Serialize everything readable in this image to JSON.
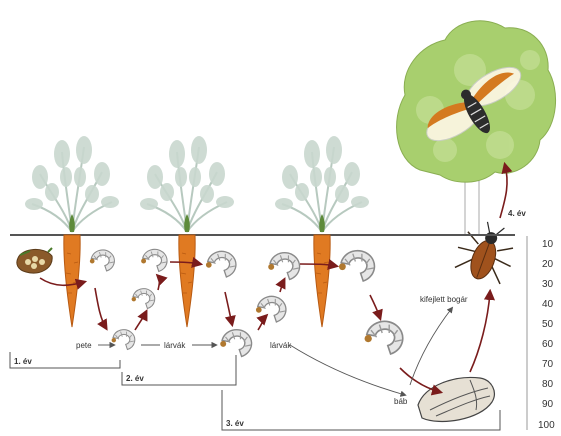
{
  "labels": {
    "pete": "pete",
    "larva1": "lárvák",
    "larva2": "lárvák",
    "adult": "kifejlett bogár",
    "pupa": "báb"
  },
  "years": [
    "1. év",
    "2. év",
    "3. év",
    "4. év"
  ],
  "depth_scale": [
    "10",
    "20",
    "30",
    "40",
    "50",
    "60",
    "70",
    "80",
    "90",
    "100"
  ],
  "colors": {
    "soil_line": "#555555",
    "carrot": "#e07a22",
    "foliage": "#c9d8cf",
    "tree": "#a8cf6e",
    "beetle": "#a0521d",
    "larva": "#e6e6e6",
    "arrow": "#7a1c1c"
  }
}
